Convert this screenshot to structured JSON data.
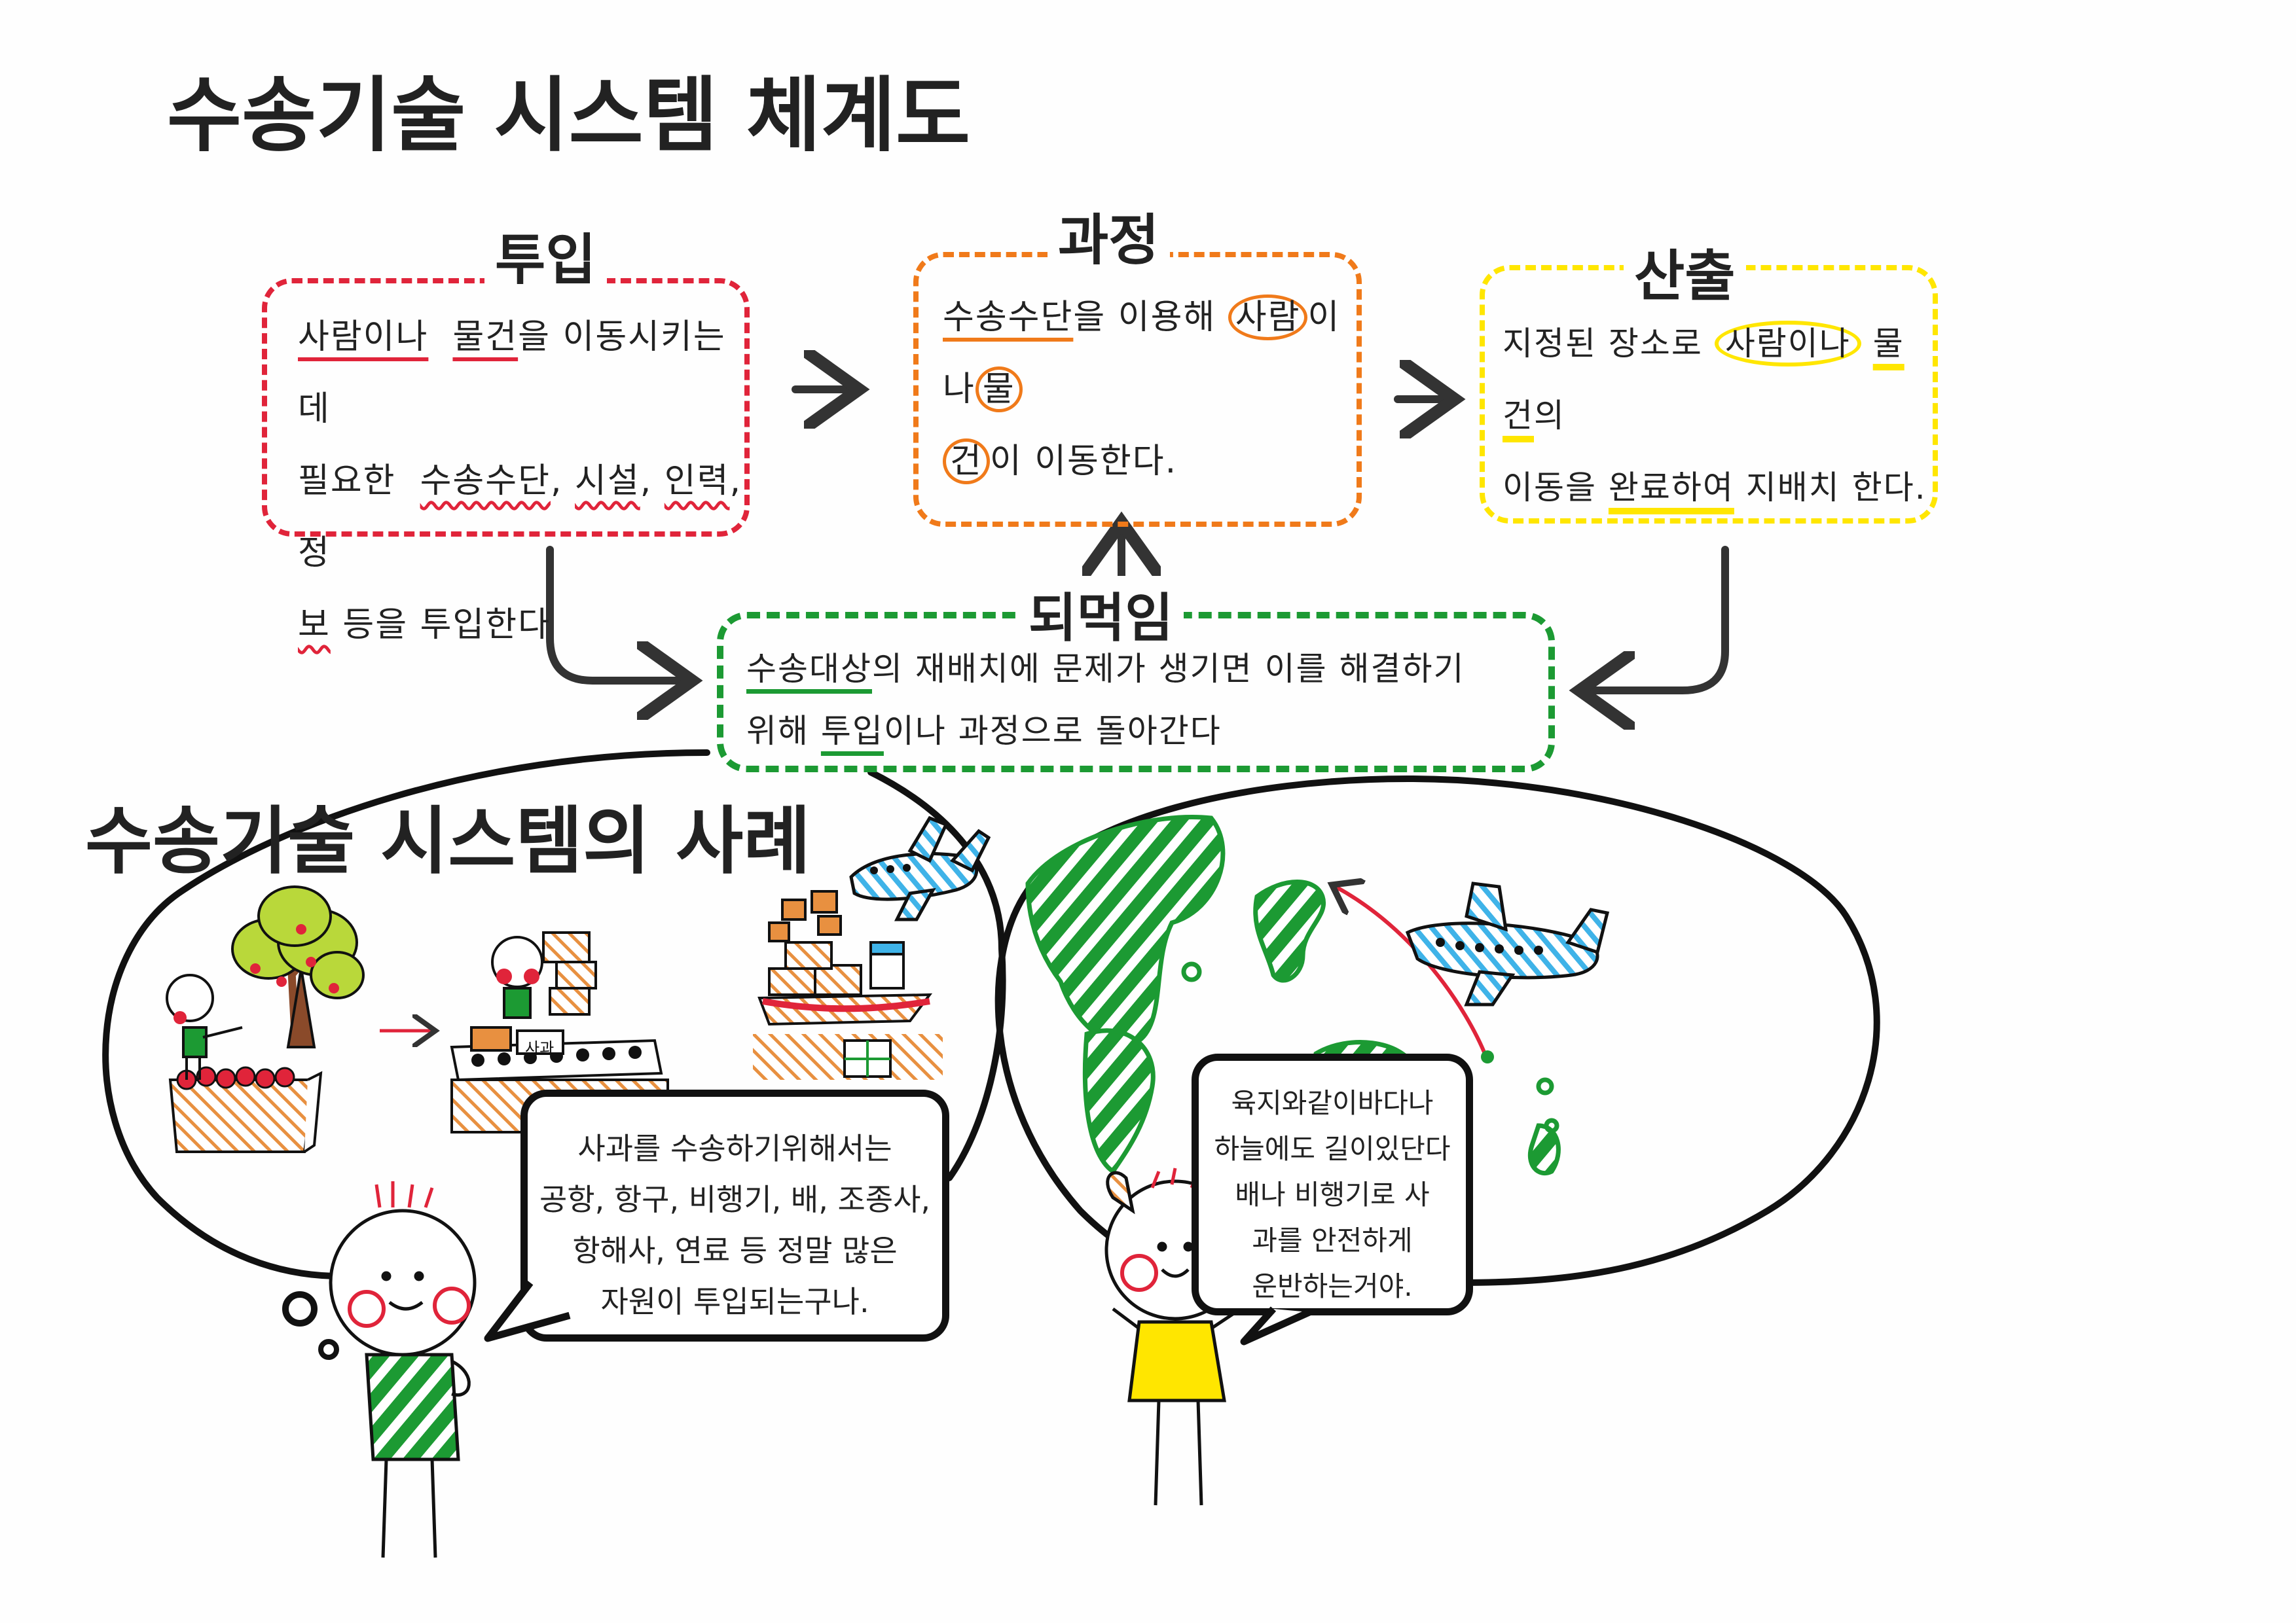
{
  "title": "수송기술 시스템 체계도",
  "subtitle": "수송기술 시스템의 사례",
  "colors": {
    "input": "#e0243a",
    "process": "#f07a1a",
    "output": "#ffe600",
    "feedback": "#1c9a33",
    "ink": "#1a1a1a",
    "plane": "#3fb3e8"
  },
  "input_box": {
    "label": "투입",
    "line1_a": "사람이나",
    "line1_b": "물건",
    "line1_c": "을 이동시키는데",
    "line2_a": "필요한",
    "line2_b": "수송수단",
    "line2_c": ", ",
    "line2_d": "시설",
    "line2_e": ", ",
    "line2_f": "인력",
    "line2_g": ", 정",
    "line3_a": "보",
    "line3_b": " 등을 투입한다"
  },
  "process_box": {
    "label": "과정",
    "line1_a": "수송수단",
    "line1_b": "을 이용해",
    "line1_c": "사람",
    "line1_d": "이나",
    "line1_e": "물",
    "line2_a": "건",
    "line2_b": "이 이동한다."
  },
  "output_box": {
    "label": "산출",
    "line1_a": "지정된 장소로",
    "line1_b": "사람이나",
    "line1_c": "물건",
    "line1_d": "의",
    "line2_a": "이동을",
    "line2_b": "완료하여",
    "line2_c": "지배치 한다."
  },
  "feedback_box": {
    "label": "되먹임",
    "line1_a": "수송대상",
    "line1_b": "의 재배치에 문제가 생기면 이를 해결하기",
    "line2_a": "위해",
    "line2_b": "투입",
    "line2_c": "이나 과정으로 돌아간다"
  },
  "scene": {
    "crate_label": "사과",
    "bubble_left": [
      "사과를 수송하기위해서는",
      "공항, 항구, 비행기, 배, 조종사,",
      "항해사, 연료 등 정말 많은",
      "자원이 투입되는구나."
    ],
    "bubble_right": [
      "육지와같이바다나",
      "하늘에도 길이있단다",
      "배나 비행기로 사",
      "과를 안전하게",
      "운반하는거야."
    ]
  }
}
